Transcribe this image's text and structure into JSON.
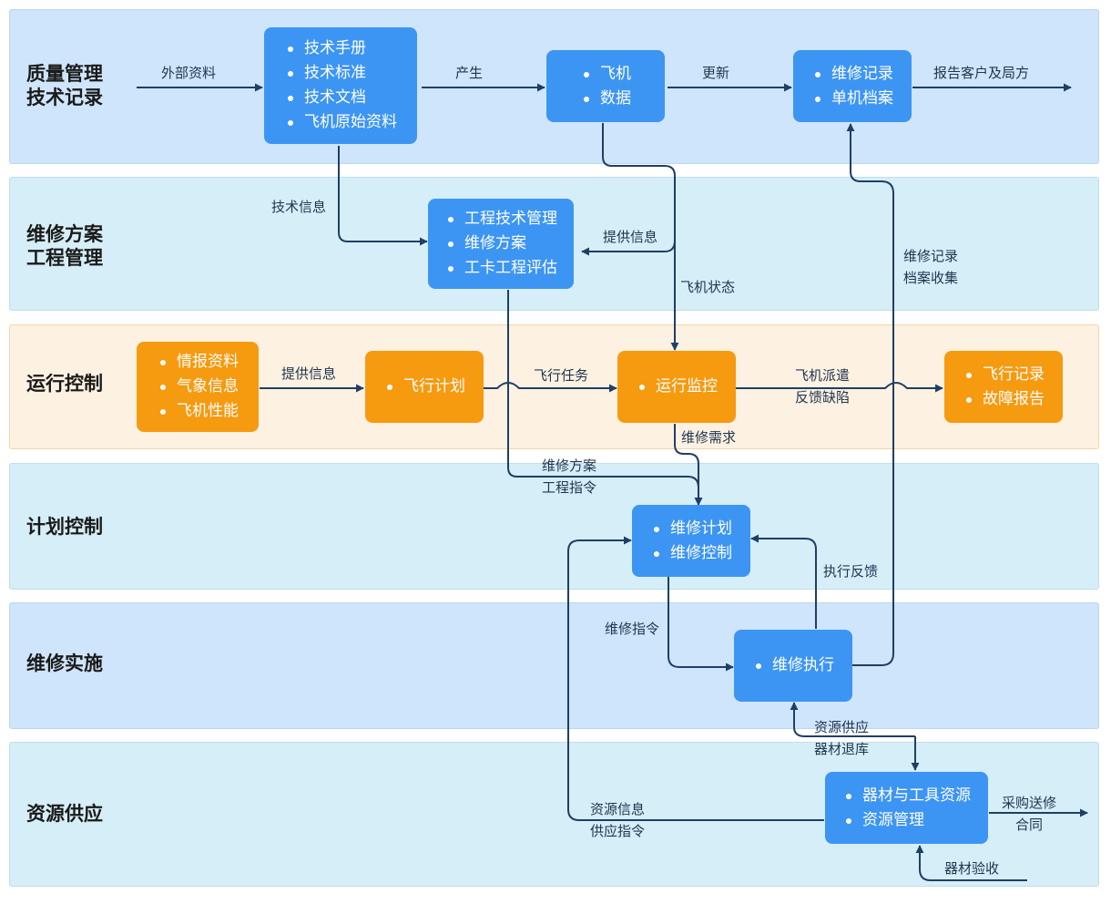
{
  "lanes": [
    {
      "title_lines": [
        "质量管理",
        "技术记录"
      ]
    },
    {
      "title_lines": [
        "维修方案",
        "工程管理"
      ]
    },
    {
      "title_lines": [
        "运行控制"
      ]
    },
    {
      "title_lines": [
        "计划控制"
      ]
    },
    {
      "title_lines": [
        "维修实施"
      ]
    },
    {
      "title_lines": [
        "资源供应"
      ]
    }
  ],
  "nodes": {
    "tech_manuals": [
      "技术手册",
      "技术标准",
      "技术文档",
      "飞机原始资料"
    ],
    "aircraft_data": [
      "飞机",
      "数据"
    ],
    "records": [
      "维修记录",
      "单机档案"
    ],
    "engineering": [
      "工程技术管理",
      "维修方案",
      "工卡工程评估"
    ],
    "intel": [
      "情报资料",
      "气象信息",
      "飞机性能"
    ],
    "flight_plan": [
      "飞行计划"
    ],
    "ops_monitor": [
      "运行监控"
    ],
    "flight_records": [
      "飞行记录",
      "故障报告"
    ],
    "maint_plan": [
      "维修计划",
      "维修控制"
    ],
    "maint_exec": [
      "维修执行"
    ],
    "resources": [
      "器材与工具资源",
      "资源管理"
    ]
  },
  "labels": {
    "external_data": "外部资料",
    "produce": "产生",
    "update": "更新",
    "report": "报告客户及局方",
    "tech_info": "技术信息",
    "provide_info_1": "提供信息",
    "aircraft_status": "飞机状态",
    "record_collect": [
      "维修记录",
      "档案收集"
    ],
    "provide_info_2": "提供信息",
    "flight_task": "飞行任务",
    "dispatch": [
      "飞机派遣",
      "反馈缺陷"
    ],
    "maint_demand": "维修需求",
    "plan_order": [
      "维修方案",
      "工程指令"
    ],
    "exec_feedback": "执行反馈",
    "maint_order": "维修指令",
    "resource_supply": [
      "资源供应",
      "器材退库"
    ],
    "resource_info": [
      "资源信息",
      "供应指令"
    ],
    "procurement": [
      "采购送修",
      "合同"
    ],
    "acceptance": "器材验收"
  },
  "colors": {
    "lane_blue": "#cfe5fb",
    "lane_cyan": "#d6eef7",
    "lane_orange": "#fdf1e1",
    "node_blue": "#3d95f3",
    "node_orange": "#f69a10",
    "arrow": "#1e3f66"
  }
}
